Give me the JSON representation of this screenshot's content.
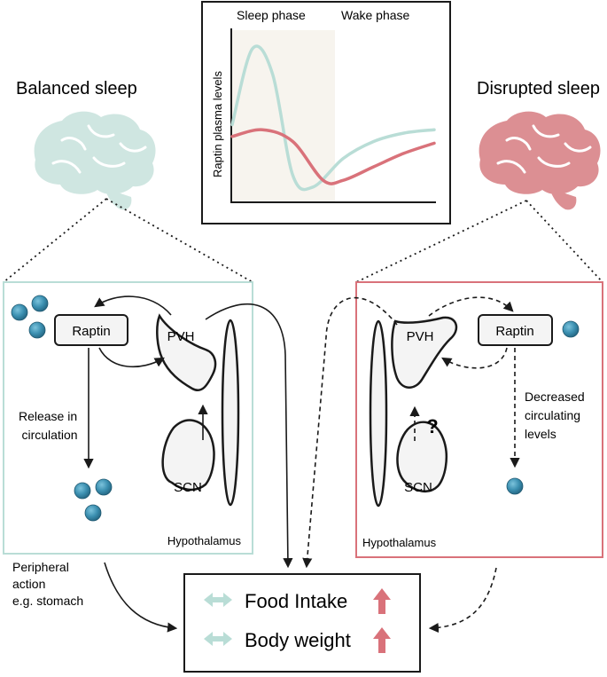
{
  "chart": {
    "sleep_phase": "Sleep phase",
    "wake_phase": "Wake phase",
    "ylabel": "Raptin plasma levels"
  },
  "chart_data": {
    "type": "line",
    "x_phases": [
      "Sleep phase",
      "Wake phase"
    ],
    "series": [
      {
        "color": "#b9ddd6",
        "x": [
          0,
          0.1,
          0.2,
          0.3,
          0.4,
          0.55,
          0.7,
          0.85,
          1.0
        ],
        "values": [
          0.45,
          0.9,
          0.75,
          0.15,
          0.08,
          0.25,
          0.35,
          0.4,
          0.42
        ]
      },
      {
        "color": "#d9727a",
        "x": [
          0,
          0.15,
          0.3,
          0.45,
          0.55,
          0.7,
          0.85,
          1.0
        ],
        "values": [
          0.38,
          0.42,
          0.35,
          0.12,
          0.12,
          0.2,
          0.28,
          0.34
        ]
      }
    ],
    "grid": false
  },
  "left": {
    "title": "Balanced sleep",
    "raptin": "Raptin",
    "pvh": "PVH",
    "scn": "SCN",
    "release_line1": "Release in",
    "release_line2": "circulation",
    "hypothalamus": "Hypothalamus",
    "peripheral_line1": "Peripheral",
    "peripheral_line2": "action",
    "peripheral_line3": "e.g. stomach"
  },
  "right": {
    "title": "Disrupted sleep",
    "raptin": "Raptin",
    "pvh": "PVH",
    "scn": "SCN",
    "question": "?",
    "decreased_line1": "Decreased",
    "decreased_line2": "circulating",
    "decreased_line3": "levels",
    "hypothalamus": "Hypothalamus"
  },
  "outcome": {
    "food_intake": "Food Intake",
    "body_weight": "Body weight"
  },
  "colors": {
    "teal": "#b9ddd6",
    "red": "#d9727a",
    "brain_teal": "#cfe6e1",
    "brain_red": "#dc8f93",
    "ball": "#3b8fb0",
    "panel_bg": "#f4f4f4"
  },
  "icons": {
    "no_change": "double-arrow-icon",
    "increase": "up-arrow-icon",
    "brain": "brain-icon"
  }
}
